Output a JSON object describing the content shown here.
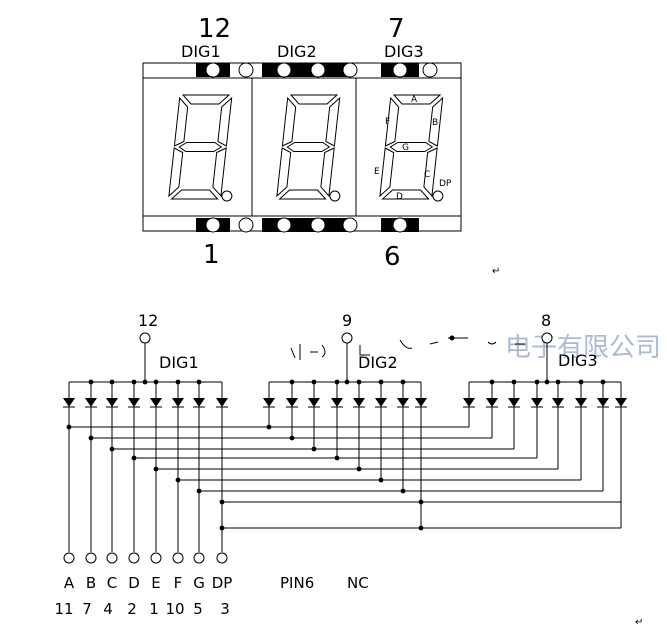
{
  "top_view": {
    "pin_top_left": "12",
    "pin_top_right": "7",
    "pin_bottom_left": "1",
    "pin_bottom_right": "6",
    "digit_labels": [
      "DIG1",
      "DIG2",
      "DIG3"
    ],
    "segment_labels": {
      "a": "A",
      "b": "B",
      "c": "C",
      "d": "D",
      "e": "E",
      "f": "F",
      "g": "G",
      "dp": "DP"
    }
  },
  "schematic": {
    "common_pins": [
      "12",
      "9",
      "8"
    ],
    "digit_labels": [
      "DIG1",
      "DIG2",
      "DIG3"
    ],
    "segments": [
      "A",
      "B",
      "C",
      "D",
      "E",
      "F",
      "G",
      "DP"
    ],
    "segment_pins": [
      "11",
      "7",
      "4",
      "2",
      "1",
      "10",
      "5",
      "3"
    ],
    "note_pin6": "PIN6",
    "note_nc": "NC",
    "watermark": "电子有限公司"
  }
}
